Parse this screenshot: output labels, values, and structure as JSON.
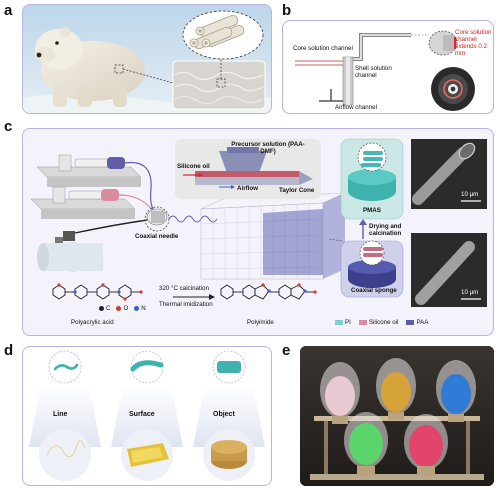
{
  "panel_letters": [
    "a",
    "b",
    "c",
    "d",
    "e"
  ],
  "panel_b": {
    "core_channel": "Core solution channel",
    "shell_channel": "Shell solution channel",
    "airflow_channel": "Airflow channel",
    "core_extends": "Core solution channel extends 0.2 mm"
  },
  "panel_c": {
    "precursor": "Precursor solution (PAA-DMF)",
    "silicone_oil": "Silicone oil",
    "airflow": "Airflow",
    "taylor_cone": "Taylor Cone",
    "coaxial_needle": "Coaxial needle",
    "pmas": "PMAS",
    "drying": "Drying and calcination",
    "coaxial_sponge": "Coaxial sponge",
    "scale1": "10 μm",
    "scale2": "10 μm",
    "calcination": "320 °C calcination",
    "imidization": "Thermal imidization",
    "polyacrylic_acid": "Polyacrylic acid",
    "polyimide": "Polyimide",
    "legend_atoms": [
      {
        "symbol": "C",
        "color": "#222222"
      },
      {
        "symbol": "O",
        "color": "#d23a2e"
      },
      {
        "symbol": "N",
        "color": "#3a5bd6"
      }
    ],
    "legend_materials": [
      {
        "name": "PI",
        "color": "#7fcfcf"
      },
      {
        "name": "Silicone oil",
        "color": "#d98ca0"
      },
      {
        "name": "PAA",
        "color": "#5b5fa8"
      }
    ]
  },
  "panel_d": {
    "labels": [
      "Line",
      "Surface",
      "Object"
    ]
  },
  "colors": {
    "panel_border": "#b9b4e0",
    "panel_c_bg": "#f4f3fb",
    "cone_bg": "#e8e8e8",
    "teal": "#3fb2ad",
    "navy": "#3d3f8c"
  }
}
